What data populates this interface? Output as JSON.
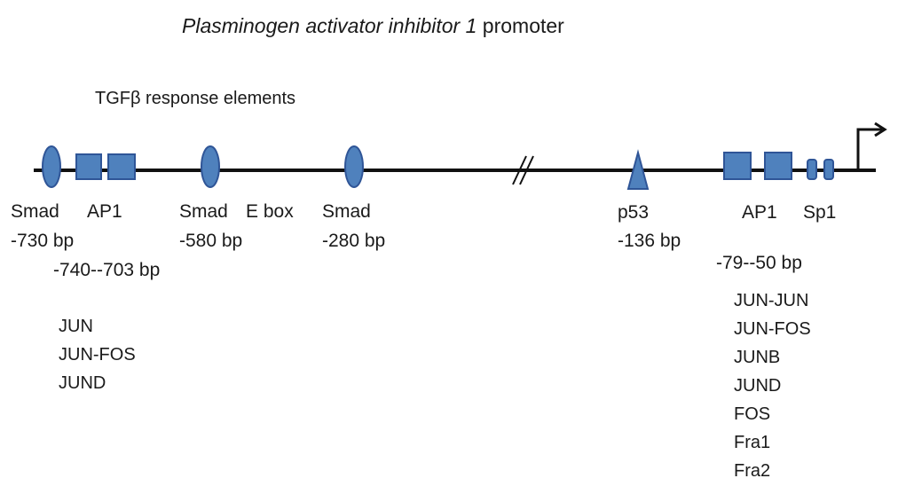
{
  "title": {
    "gene_italic": "Plasminogen activator inhibitor 1",
    "suffix": "promoter"
  },
  "tgfb_label": "TGFβ response elements",
  "colors": {
    "element_fill": "#4f81bd",
    "element_stroke": "#2f5597",
    "line": "#111111"
  },
  "elements": {
    "smad1": {
      "label": "Smad",
      "position": "-730 bp"
    },
    "ap1_left": {
      "label": "AP1",
      "position": "-740--703 bp",
      "binders": [
        "JUN",
        "JUN-FOS",
        "JUND"
      ]
    },
    "smad2": {
      "label": "Smad",
      "position": "-580 bp"
    },
    "ebox": {
      "label": "E box"
    },
    "smad3": {
      "label": "Smad",
      "position": "-280 bp"
    },
    "p53": {
      "label": "p53",
      "position": "-136 bp"
    },
    "ap1_right": {
      "label": "AP1",
      "position": "-79--50 bp",
      "binders": [
        "JUN-JUN",
        "JUN-FOS",
        "JUNB",
        "JUND",
        "FOS",
        "Fra1",
        "Fra2"
      ]
    },
    "sp1": {
      "label": "Sp1"
    }
  }
}
